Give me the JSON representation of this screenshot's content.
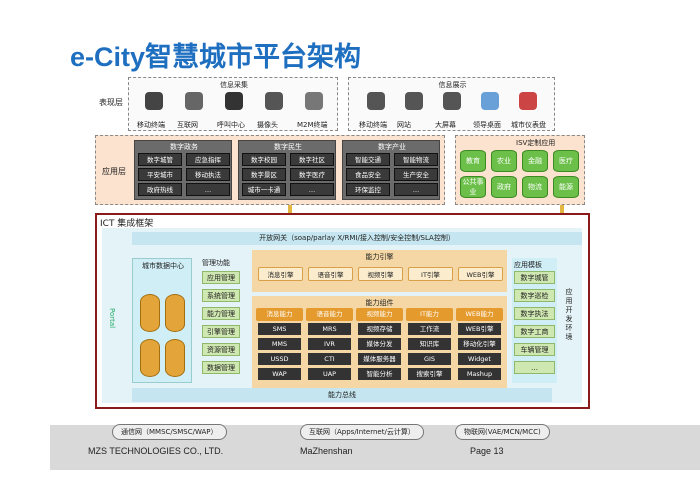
{
  "title": "e-City智慧城市平台架构",
  "presentation": {
    "label": "表现层",
    "collect": {
      "header": "信息采集",
      "items": [
        "移动终端",
        "互联网",
        "呼叫中心",
        "摄像头",
        "M2M终端"
      ]
    },
    "display": {
      "header": "信息展示",
      "items": [
        "移动终端",
        "网站",
        "大屏幕",
        "领导桌面",
        "城市仪表盘"
      ]
    }
  },
  "application": {
    "label": "应用层",
    "gov": {
      "header": "数字政务",
      "cells": [
        "数字城管",
        "应急指挥",
        "平安城市",
        "移动执法",
        "政府热线",
        "…"
      ]
    },
    "life": {
      "header": "数字民生",
      "cells": [
        "数字校园",
        "数字社区",
        "数字景区",
        "数字医疗",
        "城市一卡通",
        "…"
      ]
    },
    "industry": {
      "header": "数字产业",
      "cells": [
        "智能交通",
        "智能物流",
        "食品安全",
        "生产安全",
        "环保监控",
        "…"
      ]
    },
    "isv": {
      "header": "ISV定制应用",
      "cells": [
        "教育",
        "农业",
        "金融",
        "医疗",
        "公共事业",
        "政府",
        "物流",
        "能源"
      ]
    }
  },
  "ict": {
    "label": "ICT 集成框架",
    "gateway": "开放网关（soap/parlay X/RMI/接入控制/安全控制/SLA控制）",
    "portal": "Portal",
    "data_center": "城市数据中心",
    "mgmt": {
      "header": "管理功能",
      "items": [
        "应用管理",
        "系统管理",
        "能力管理",
        "引擎管理",
        "资源管理",
        "数据管理"
      ]
    },
    "engine": {
      "header": "能力引擎",
      "items": [
        "消息引擎",
        "语音引擎",
        "视频引擎",
        "IT引擎",
        "WEB引擎"
      ]
    },
    "components": {
      "header": "能力组件",
      "cols": [
        {
          "h": "消息能力",
          "items": [
            "SMS",
            "MMS",
            "USSD",
            "WAP"
          ]
        },
        {
          "h": "语音能力",
          "items": [
            "MRS",
            "IVR",
            "CTI",
            "UAP"
          ]
        },
        {
          "h": "视频能力",
          "items": [
            "视频存储",
            "媒体分发",
            "媒体服务器",
            "智能分析"
          ]
        },
        {
          "h": "IT能力",
          "items": [
            "工作流",
            "知识库",
            "GIS",
            "搜索引擎"
          ]
        },
        {
          "h": "WEB能力",
          "items": [
            "WEB引擎",
            "移动化引擎",
            "Widget",
            "Mashup"
          ]
        }
      ]
    },
    "templates": {
      "header": "应用模板",
      "items": [
        "数字城管",
        "数字巡检",
        "数字执法",
        "数字工商",
        "车辆管理",
        "…"
      ]
    },
    "dev_env": "应用开发环境",
    "bus": "能力总线"
  },
  "networks": [
    "通信网（MMSC/SMSC/WAP）",
    "互联网（Apps/Internet/云计算）",
    "物联网(VAE/MCN/MCC)"
  ],
  "footer": {
    "company": "MZS TECHNOLOGIES CO., LTD.",
    "author": "MaZhenshan",
    "page": "Page 13"
  },
  "colors": {
    "title": "#1f6fc0",
    "ict_border": "#8b1a1a",
    "app_bg": "#fbe3cf",
    "ict_bg": "#dff2f7",
    "green": "#6cc04a",
    "orange": "#e9a33d"
  }
}
